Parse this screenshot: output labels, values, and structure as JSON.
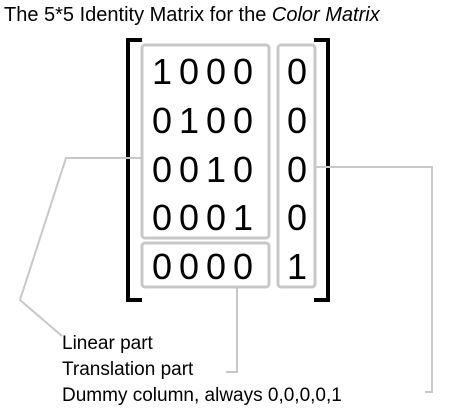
{
  "title": {
    "prefix": "The 5*5 Identity Matrix for the ",
    "emphasis": "Color Matrix"
  },
  "matrix": {
    "rows": [
      [
        "1",
        "0",
        "0",
        "0",
        "0"
      ],
      [
        "0",
        "1",
        "0",
        "0",
        "0"
      ],
      [
        "0",
        "0",
        "1",
        "0",
        "0"
      ],
      [
        "0",
        "0",
        "0",
        "1",
        "0"
      ],
      [
        "0",
        "0",
        "0",
        "0",
        "1"
      ]
    ]
  },
  "labels": {
    "linear": "Linear part",
    "translation": "Translation part",
    "dummy": "Dummy column, always 0,0,0,0,1"
  },
  "colors": {
    "box_outline": "#c8c8c8",
    "leader_line": "#c8c8c8",
    "bracket": "#000000"
  }
}
